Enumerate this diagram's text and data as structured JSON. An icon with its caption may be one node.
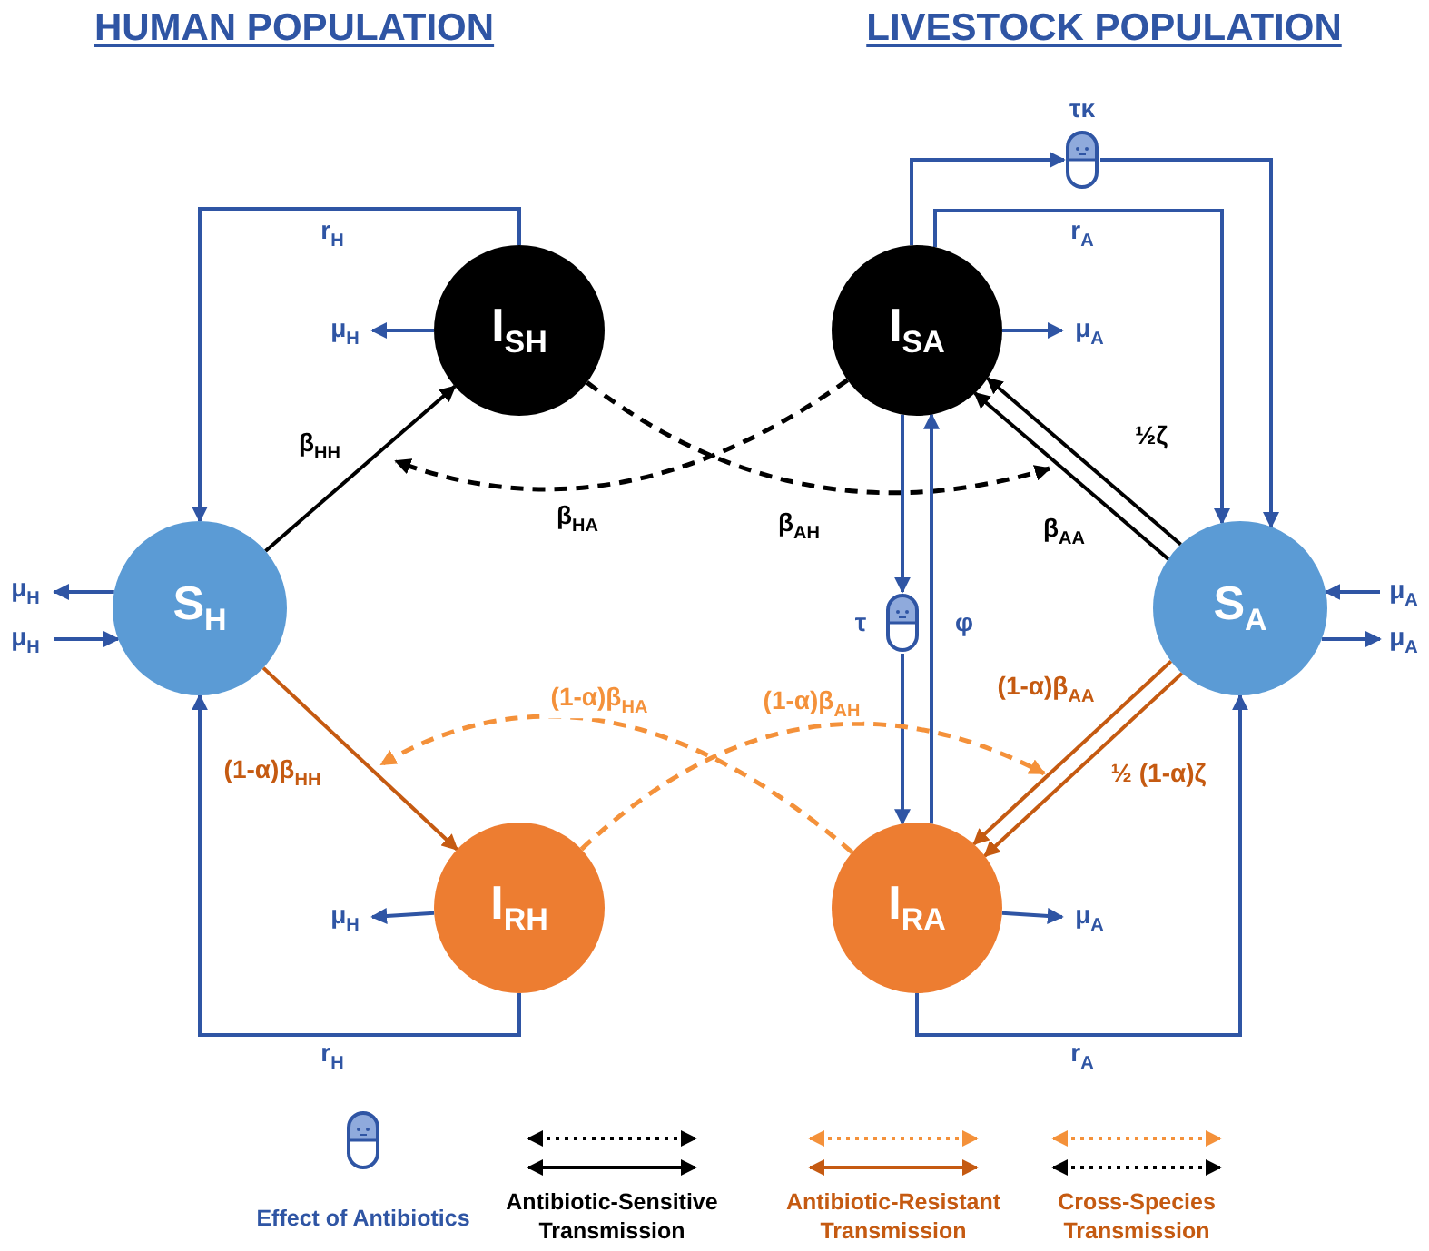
{
  "diagram": {
    "nodes": [
      {
        "text": [
          "S$_{H}$"
        ]
      },
      {
        "text": [
          "I$_{SH}$"
        ]
      },
      {
        "text": [
          "I$_{RH}$"
        ]
      },
      {
        "text": [
          "I$_{SA}$"
        ]
      },
      {
        "text": [
          "S$_{A}$"
        ]
      },
      {
        "text": [
          "I$_{RA}$"
        ]
      },
      {
        "text": [],
        "shape": "pill",
        "beside": [
          "τκ"
        ]
      },
      {
        "text": [],
        "shape": "pill",
        "beside": [
          "τ"
        ]
      }
    ],
    "edges": [
      {
        "from": 1,
        "to": 0,
        "arrow": "to",
        "label": "r$_{H}$"
      },
      {
        "from": 1,
        "to": null,
        "arrow": "to",
        "label": "μ$_{H}$"
      },
      {
        "from": 0,
        "to": null,
        "arrow": "to",
        "label": "μ$_{H}$"
      },
      {
        "from": null,
        "to": 0,
        "arrow": "to",
        "label": "μ$_{H}$"
      },
      {
        "from": 0,
        "to": 1,
        "arrow": "to",
        "label": "β$_{HH}$",
        "color": "#000000"
      },
      {
        "from": 3,
        "to": null,
        "arrow": "to",
        "label": "β$_{HA}$",
        "style": "dashed",
        "color": "#000000"
      },
      {
        "from": 1,
        "to": null,
        "arrow": "to",
        "label": "β$_{AH}$",
        "style": "dashed",
        "color": "#000000"
      },
      {
        "from": 3,
        "to": 6,
        "arrow": "to"
      },
      {
        "from": 6,
        "to": 4,
        "arrow": "to"
      },
      {
        "from": 3,
        "to": 4,
        "arrow": "to",
        "label": "r$_{A}$"
      },
      {
        "from": 3,
        "to": null,
        "arrow": "to",
        "label": "μ$_{A}$"
      },
      {
        "from": 4,
        "to": 3,
        "arrow": "to",
        "label": "½ζ",
        "color": "#000000"
      },
      {
        "from": 4,
        "to": 3,
        "arrow": "to",
        "label": "β$_{AA}$",
        "color": "#000000"
      },
      {
        "from": null,
        "to": 4,
        "arrow": "to",
        "label": "μ$_{A}$"
      },
      {
        "from": 4,
        "to": null,
        "arrow": "to",
        "label": "μ$_{A}$"
      },
      {
        "from": 3,
        "to": 7,
        "arrow": "to"
      },
      {
        "from": 7,
        "to": 5,
        "arrow": "to"
      },
      {
        "from": 5,
        "to": 3,
        "arrow": "to",
        "label": "φ"
      },
      {
        "from": 0,
        "to": 2,
        "arrow": "to",
        "label": "(1-α)β$_{HH}$",
        "color": "#c55a11"
      },
      {
        "from": 5,
        "to": null,
        "arrow": "to",
        "label": "(1-α)β$_{HA}$",
        "style": "dashed",
        "color": "#f4913a"
      },
      {
        "from": 2,
        "to": null,
        "arrow": "to",
        "label": "(1-α)β$_{AH}$",
        "style": "dashed",
        "color": "#f4913a"
      },
      {
        "from": 4,
        "to": 5,
        "arrow": "to",
        "label": "(1-α)β$_{AA}$",
        "color": "#c55a11"
      },
      {
        "from": 4,
        "to": 5,
        "arrow": "to",
        "label": "½ (1-α)ζ",
        "color": "#c55a11"
      },
      {
        "from": 2,
        "to": null,
        "arrow": "to",
        "label": "μ$_{H}$"
      },
      {
        "from": 2,
        "to": 0,
        "arrow": "to",
        "label": "r$_{H}$"
      },
      {
        "from": 5,
        "to": null,
        "arrow": "to",
        "label": "μ$_{A}$"
      },
      {
        "from": 5,
        "to": 4,
        "arrow": "to",
        "label": "r$_{A}$"
      }
    ],
    "labels": [
      "HUMAN POPULATION",
      "LIVESTOCK POPULATION"
    ],
    "legend": [
      {
        "text": "Effect of Antibiotics"
      },
      {
        "text": "Antibiotic-Sensitive Transmission"
      },
      {
        "text": "Antibiotic-Resistant Transmission"
      },
      {
        "text": "Cross-Species Transmission"
      }
    ]
  }
}
